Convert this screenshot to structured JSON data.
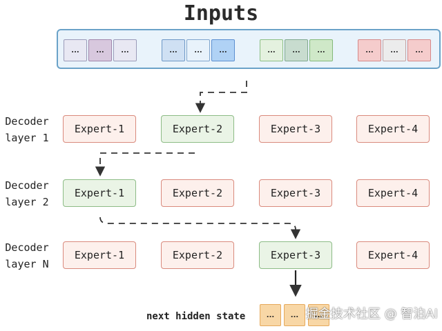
{
  "title": "Inputs",
  "colors": {
    "selected_fill": "#eaf4e6",
    "selected_border": "#8cbb85",
    "unselected_fill": "#fdf0ec",
    "unselected_border": "#d9897c",
    "inputs_fill": "#e9f3fb",
    "inputs_border": "#6aa2c8",
    "hidden_state_fill": "#f8d7a6"
  },
  "input_tokens": [
    {
      "text": "...",
      "fill": "#e8e8f3",
      "border": "#9a9ab8"
    },
    {
      "text": "...",
      "fill": "#d8c8de",
      "border": "#a085aa"
    },
    {
      "text": "...",
      "fill": "#e8e8f3",
      "border": "#9a9ab8"
    },
    {
      "text": "...",
      "fill": "#cfe0f3",
      "border": "#6d97c6"
    },
    {
      "text": "...",
      "fill": "#e8f2fb",
      "border": "#7ea4cd"
    },
    {
      "text": "...",
      "fill": "#b0d2f5",
      "border": "#5c8fd0"
    },
    {
      "text": "...",
      "fill": "#e4f1df",
      "border": "#8cbf84"
    },
    {
      "text": "...",
      "fill": "#c8dccf",
      "border": "#7fa88e"
    },
    {
      "text": "...",
      "fill": "#cfe8c8",
      "border": "#84b97a"
    },
    {
      "text": "...",
      "fill": "#f5cccc",
      "border": "#d58888"
    },
    {
      "text": "...",
      "fill": "#ececec",
      "border": "#c3a0a0"
    },
    {
      "text": "...",
      "fill": "#f5cccc",
      "border": "#d58888"
    }
  ],
  "layers": [
    {
      "label_line1": "Decoder",
      "label_line2": "layer 1",
      "experts": [
        {
          "label": "Expert-1",
          "selected": false
        },
        {
          "label": "Expert-2",
          "selected": true
        },
        {
          "label": "Expert-3",
          "selected": false
        },
        {
          "label": "Expert-4",
          "selected": false
        }
      ]
    },
    {
      "label_line1": "Decoder",
      "label_line2": "layer 2",
      "experts": [
        {
          "label": "Expert-1",
          "selected": true
        },
        {
          "label": "Expert-2",
          "selected": false
        },
        {
          "label": "Expert-3",
          "selected": false
        },
        {
          "label": "Expert-4",
          "selected": false
        }
      ]
    },
    {
      "label_line1": "Decoder",
      "label_line2": "layer N",
      "experts": [
        {
          "label": "Expert-1",
          "selected": false
        },
        {
          "label": "Expert-2",
          "selected": false
        },
        {
          "label": "Expert-3",
          "selected": true
        },
        {
          "label": "Expert-4",
          "selected": false
        }
      ]
    }
  ],
  "output": {
    "label": "next hidden state",
    "tokens": [
      "...",
      "...",
      "..."
    ]
  },
  "watermark": "掘金技术社区 @ 智泊AI"
}
